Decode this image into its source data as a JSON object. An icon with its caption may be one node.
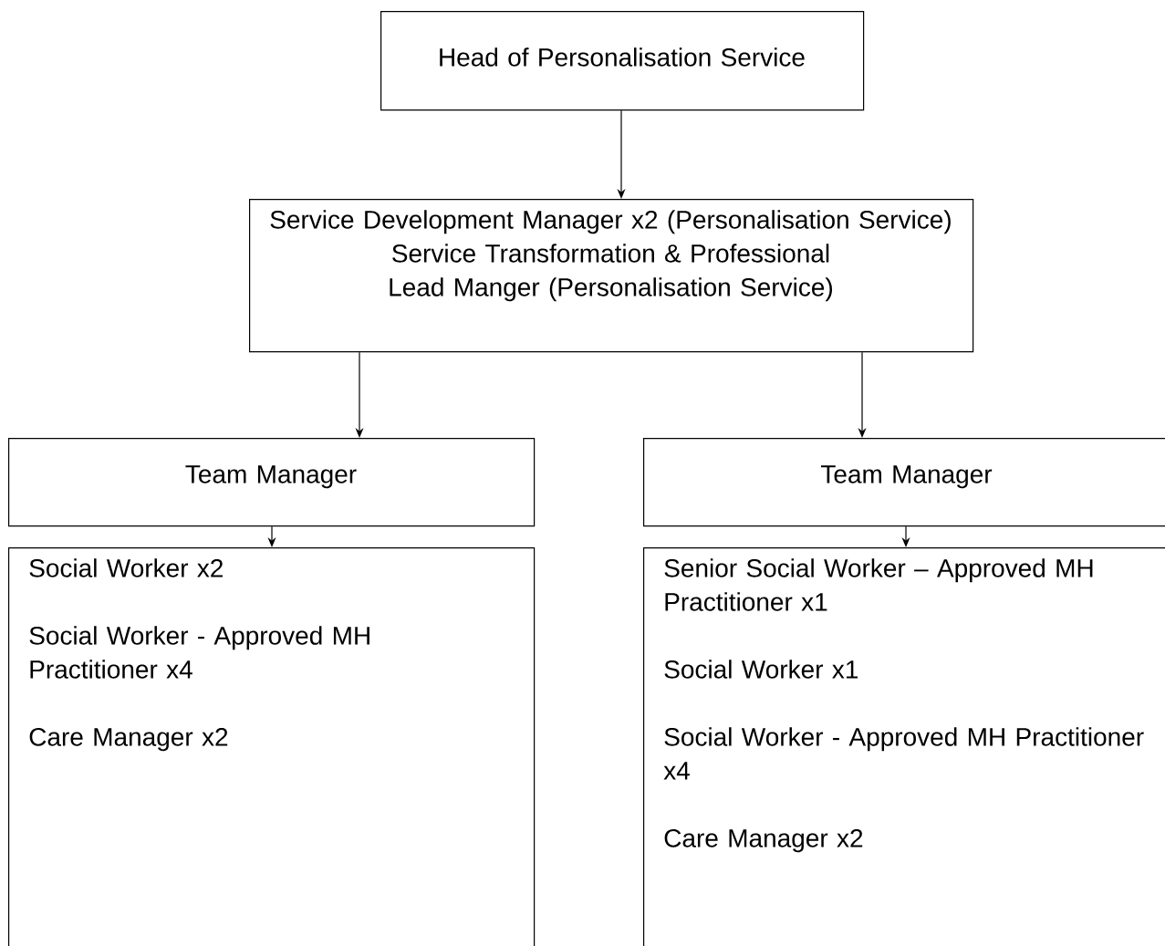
{
  "diagram": {
    "nodes": [
      {
        "text": [
          "Head of Personalisation Service"
        ]
      },
      {
        "text": [
          "Service Development Manager x2 (Personalisation Service)",
          "Service Transformation & Professional Lead Manger (Personalisation Service)"
        ]
      },
      {
        "text": [
          "Team Manager"
        ]
      },
      {
        "text": [
          "Team Manager"
        ]
      },
      {
        "text": [
          "Social Worker x2",
          "Social Worker - Approved MH Practitioner x4",
          "Care Manager x2"
        ]
      },
      {
        "text": [
          "Senior Social Worker – Approved MH Practitioner x1",
          "Social Worker x1",
          "Social Worker - Approved MH Practitioner x4",
          "Care Manager x2"
        ]
      }
    ],
    "edges": [
      {
        "from": 0,
        "to": 1,
        "arrow": "to"
      },
      {
        "from": 1,
        "to": 2,
        "arrow": "to"
      },
      {
        "from": 1,
        "to": 3,
        "arrow": "to"
      },
      {
        "from": 2,
        "to": 4,
        "arrow": "to"
      },
      {
        "from": 3,
        "to": 5,
        "arrow": "to"
      }
    ]
  }
}
